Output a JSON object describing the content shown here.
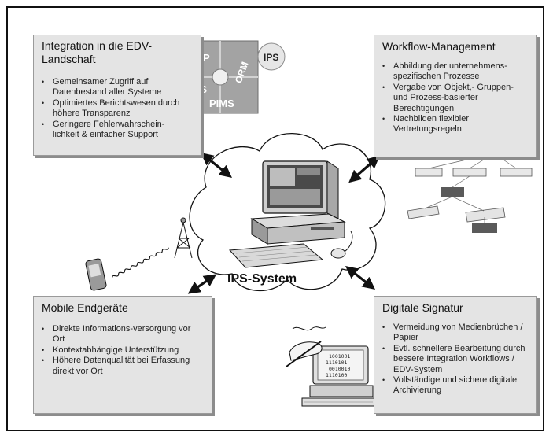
{
  "center": {
    "label": "IPS-System"
  },
  "puzzle": {
    "pieces": [
      "ERP",
      "PPS",
      "ORM",
      "PIMS"
    ],
    "external_piece": "IPS"
  },
  "binary_screen": {
    "lines": [
      "1001001",
      "1110101",
      "0010010",
      "1110100"
    ]
  },
  "panels": {
    "top_left": {
      "title": "Integration in die EDV-Landschaft",
      "items": [
        "Gemeinsamer Zugriff auf Datenbestand aller Systeme",
        "Optimiertes Berichtswesen durch höhere Transparenz",
        "Geringere Fehlerwahrschein-lichkeit & einfacher Support"
      ]
    },
    "top_right": {
      "title": "Workflow-Management",
      "items": [
        "Abbildung der unternehmens-spezifischen Prozesse",
        "Vergabe von Objekt,- Gruppen- und Prozess-basierter Berechtigungen",
        "Nachbilden flexibler Vertretungsregeln"
      ]
    },
    "bottom_left": {
      "title": "Mobile Endgeräte",
      "items": [
        "Direkte Informations-versorgung vor Ort",
        "Kontextabhängige Unterstützung",
        "Höhere Datenqualität bei Erfassung direkt vor Ort"
      ]
    },
    "bottom_right": {
      "title": "Digitale Signatur",
      "items": [
        "Vermeidung von Medienbrüchen / Papier",
        "Evtl. schnellere Bearbeitung durch bessere Integration Workflows / EDV-System",
        "Vollständige und sichere digitale Archivierung"
      ]
    }
  },
  "colors": {
    "panel_bg": "#e4e4e4",
    "panel_shadow": "#8c8c8c",
    "puzzle": "#9e9e9e",
    "frame": "#111111"
  }
}
